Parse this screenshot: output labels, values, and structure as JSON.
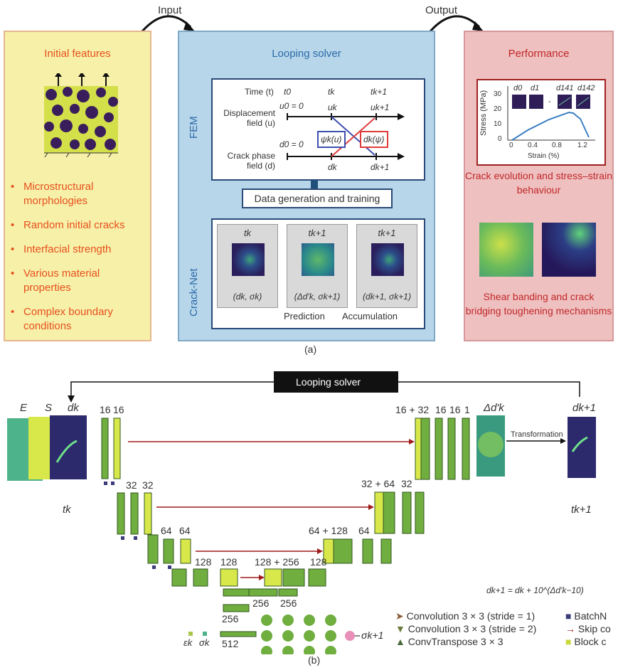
{
  "top": {
    "input_label": "Input",
    "output_label": "Output",
    "caption": "(a)",
    "left": {
      "title": "Initial features",
      "items": [
        "Microstructural morphologies",
        "Random initial cracks",
        "Interfacial strength",
        "Various material properties",
        "Complex boundary conditions"
      ]
    },
    "middle": {
      "title": "Looping solver",
      "fem_label": "FEM",
      "cracknet_label": "Crack-Net",
      "time_label": "Time (t)",
      "t0": "t0",
      "tk": "tk",
      "tk1": "tk+1",
      "disp_label": "Displacement field (u)",
      "u0": "u0 = 0",
      "uk": "uk",
      "uk1": "uk+1",
      "crack_label": "Crack phase field (d)",
      "d0": "d0 = 0",
      "dk": "dk",
      "dk1": "dk+1",
      "psi_box": "ψk(u)",
      "d_box": "dk(ψ)",
      "data_gen": "Data generation and training",
      "tiles": [
        {
          "title": "tk",
          "label": "(dk, σk)"
        },
        {
          "title": "tk+1",
          "label": "(Δd'k, σk+1)"
        },
        {
          "title": "tk+1",
          "label": "(dk+1, σk+1)"
        }
      ],
      "prediction": "Prediction",
      "accumulation": "Accumulation"
    },
    "right": {
      "title": "Performance",
      "chart_ylabel": "Stress (MPa)",
      "chart_xlabel": "Strain (%)",
      "yticks": [
        "0",
        "10",
        "20",
        "30"
      ],
      "xticks": [
        "0",
        "0.4",
        "0.8",
        "1.2"
      ],
      "insets": [
        "d0",
        "d1",
        "d141",
        "d142"
      ],
      "inset_sep": "-",
      "caption1": "Crack evolution and stress–strain behaviour",
      "caption2": "Shear banding and crack bridging toughening mechanisms"
    }
  },
  "bottom": {
    "caption": "(b)",
    "looping_solver": "Looping solver",
    "inputs": [
      "E",
      "S",
      "dk"
    ],
    "tk": "tk",
    "tk1": "tk+1",
    "output_top": "dk+1",
    "delta": "Δd'k",
    "transformation": "Transformation",
    "enc_labels": [
      "16",
      "16",
      "32",
      "32",
      "64",
      "64",
      "128",
      "128",
      "256",
      "256",
      "256",
      "512"
    ],
    "dec_labels": [
      "16 + 32",
      "16",
      "16",
      "1",
      "32 + 64",
      "32",
      "64 + 128",
      "64",
      "128 + 256",
      "128"
    ],
    "eps": "εk",
    "sig": "σk",
    "sig_out": "σk+1",
    "formula": "dk+1 = dk + 10^(Δd'k−10)",
    "legend": [
      {
        "icon": "conv-stride1",
        "label": "Convolution 3 × 3 (stride = 1)"
      },
      {
        "icon": "conv-stride2",
        "label": "Convolution 3 × 3 (stride = 2)"
      },
      {
        "icon": "convtranspose",
        "label": "ConvTranspose 3 × 3"
      },
      {
        "icon": "batchnorm",
        "label": "BatchN"
      },
      {
        "icon": "skip-arrow",
        "label": "Skip co"
      },
      {
        "icon": "block",
        "label": "Block c"
      }
    ]
  },
  "colors": {
    "yellow_panel": "#f6f0a9",
    "blue_panel": "#b7d6ea",
    "pink_panel": "#efc0c0",
    "green_block": "#6fae3f",
    "lime_block": "#d8e84a",
    "skip": "#a01a1a",
    "batchnorm": "#3b3b7a"
  }
}
